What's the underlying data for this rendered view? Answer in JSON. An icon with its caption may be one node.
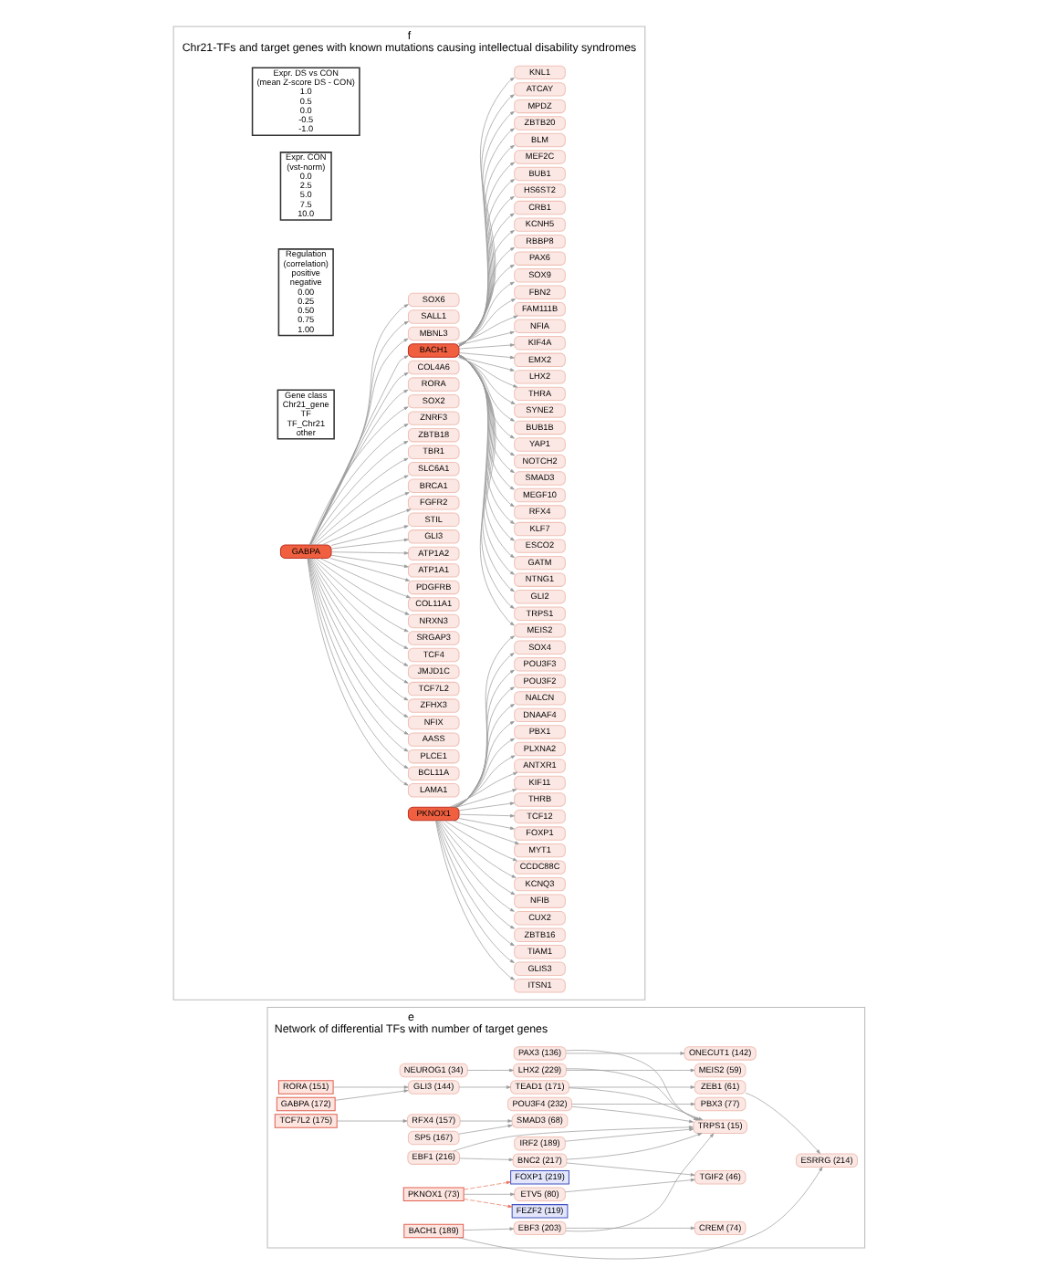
{
  "diagram": {
    "nodes": [
      {
        "text": [
          "e",
          "Network of differential TFs with number of target genes"
        ]
      },
      {
        "text": [
          "ONECUT1 (142)"
        ],
        "in": 0
      },
      {
        "text": [
          "PAX3 (136)"
        ],
        "in": 0
      },
      {
        "text": [
          "NEUROG1 (34)"
        ],
        "in": 0
      },
      {
        "text": [
          "GABPA (172)"
        ],
        "in": 0
      },
      {
        "text": [
          "LHX2 (229)"
        ],
        "in": 0
      },
      {
        "text": [
          "RORA (151)"
        ],
        "in": 0
      },
      {
        "text": [
          "MEIS2 (59)"
        ],
        "in": 0
      },
      {
        "text": [
          "POU3F4 (232)"
        ],
        "in": 0
      },
      {
        "text": [
          "SP5 (167)"
        ],
        "in": 0
      },
      {
        "text": [
          "PBX3 (77)"
        ],
        "in": 0
      },
      {
        "text": [
          "GLI3 (144)"
        ],
        "in": 0
      },
      {
        "text": [
          "TEAD1 (171)"
        ],
        "in": 0
      },
      {
        "text": [
          "TCF7L2 (175)"
        ],
        "in": 0
      },
      {
        "text": [
          "ZEB1 (61)"
        ],
        "in": 0
      },
      {
        "text": [
          "RFX4 (157)"
        ],
        "in": 0
      },
      {
        "text": [
          "SMAD3 (68)"
        ],
        "in": 0
      },
      {
        "text": [
          "FOXP1 (219)"
        ],
        "in": 0
      },
      {
        "text": [
          "FEZF2 (119)"
        ],
        "in": 0
      },
      {
        "text": [
          "ESRRG (214)"
        ],
        "in": 0
      },
      {
        "text": [
          "BACH1 (189)"
        ],
        "in": 0
      },
      {
        "text": [
          "PKNOX1 (73)"
        ],
        "in": 0
      },
      {
        "text": [
          "EBF3 (203)"
        ],
        "in": 0
      },
      {
        "text": [
          "CREM (74)"
        ],
        "in": 0
      },
      {
        "text": [
          "EBF1 (216)"
        ],
        "in": 0
      },
      {
        "text": [
          "ETV5 (80)"
        ],
        "in": 0
      },
      {
        "text": [
          "BNC2 (217)"
        ],
        "in": 0
      },
      {
        "text": [
          "TGIF2 (46)"
        ],
        "in": 0
      },
      {
        "text": [
          "IRF2 (189)"
        ],
        "in": 0
      },
      {
        "text": [
          "TRPS1 (15)"
        ],
        "in": 0
      },
      {
        "text": [
          "f",
          "Chr21-TFs and target genes with known mutations causing intellectual disability syndromes"
        ]
      },
      {
        "text": [
          "Expr. DS vs CON",
          "(mean Z-score DS - CON)",
          "1.0",
          "0.5",
          "0.0",
          "-0.5",
          "-1.0"
        ],
        "in": 30
      },
      {
        "text": [
          "Expr. CON",
          "(vst-norm)",
          "0.0",
          "2.5",
          "5.0",
          "7.5",
          "10.0"
        ],
        "in": 30
      },
      {
        "text": [
          "Regulation",
          "(correlation)",
          "positive",
          "negative",
          "0.00",
          "0.25",
          "0.50",
          "0.75",
          "1.00"
        ],
        "in": 30
      },
      {
        "text": [
          "Gene class",
          "Chr21_gene",
          "TF",
          "TF_Chr21",
          "other"
        ],
        "in": 30
      },
      {
        "text": [
          "MBNL3"
        ],
        "in": 30
      },
      {
        "text": [
          "SALL1"
        ],
        "in": 30
      },
      {
        "text": [
          "SOX6"
        ],
        "in": 30
      },
      {
        "text": [
          "LAMA1"
        ],
        "in": 30
      },
      {
        "text": [
          "BCL11A"
        ],
        "in": 30
      },
      {
        "text": [
          "PLCE1"
        ],
        "in": 30
      },
      {
        "text": [
          "AASS"
        ],
        "in": 30
      },
      {
        "text": [
          "NFIX"
        ],
        "in": 30
      },
      {
        "text": [
          "ZFHX3"
        ],
        "in": 30
      },
      {
        "text": [
          "TCF7L2"
        ],
        "in": 30
      },
      {
        "text": [
          "JMJD1C"
        ],
        "in": 30
      },
      {
        "text": [
          "TCF4"
        ],
        "in": 30
      },
      {
        "text": [
          "SRGAP3"
        ],
        "in": 30
      },
      {
        "text": [
          "NRXN3"
        ],
        "in": 30
      },
      {
        "text": [
          "COL11A1"
        ],
        "in": 30
      },
      {
        "text": [
          "PDGFRB"
        ],
        "in": 30
      },
      {
        "text": [
          "ATP1A1"
        ],
        "in": 30
      },
      {
        "text": [
          "ATP1A2"
        ],
        "in": 30
      },
      {
        "text": [
          "GLI3"
        ],
        "in": 30
      },
      {
        "text": [
          "GABPA"
        ],
        "in": 30
      },
      {
        "text": [
          "STIL"
        ],
        "in": 30
      },
      {
        "text": [
          "FGFR2"
        ],
        "in": 30
      },
      {
        "text": [
          "BRCA1"
        ],
        "in": 30
      },
      {
        "text": [
          "SLC6A1"
        ],
        "in": 30
      },
      {
        "text": [
          "TBR1"
        ],
        "in": 30
      },
      {
        "text": [
          "ZBTB18"
        ],
        "in": 30
      },
      {
        "text": [
          "ZNRF3"
        ],
        "in": 30
      },
      {
        "text": [
          "SOX2"
        ],
        "in": 30
      },
      {
        "text": [
          "RORA"
        ],
        "in": 30
      },
      {
        "text": [
          "COL4A6"
        ],
        "in": 30
      },
      {
        "text": [
          "TRPS1"
        ],
        "in": 30
      },
      {
        "text": [
          "GLI2"
        ],
        "in": 30
      },
      {
        "text": [
          "NTNG1"
        ],
        "in": 30
      },
      {
        "text": [
          "GATM"
        ],
        "in": 30
      },
      {
        "text": [
          "ESCO2"
        ],
        "in": 30
      },
      {
        "text": [
          "KLF7"
        ],
        "in": 30
      },
      {
        "text": [
          "RFX4"
        ],
        "in": 30
      },
      {
        "text": [
          "MEGF10"
        ],
        "in": 30
      },
      {
        "text": [
          "SMAD3"
        ],
        "in": 30
      },
      {
        "text": [
          "BACH1"
        ],
        "in": 30
      },
      {
        "text": [
          "NOTCH2"
        ],
        "in": 30
      },
      {
        "text": [
          "YAP1"
        ],
        "in": 30
      },
      {
        "text": [
          "BUB1B"
        ],
        "in": 30
      },
      {
        "text": [
          "SYNE2"
        ],
        "in": 30
      },
      {
        "text": [
          "THRA"
        ],
        "in": 30
      },
      {
        "text": [
          "LHX2"
        ],
        "in": 30
      },
      {
        "text": [
          "EMX2"
        ],
        "in": 30
      },
      {
        "text": [
          "KIF4A"
        ],
        "in": 30
      },
      {
        "text": [
          "NFIA"
        ],
        "in": 30
      },
      {
        "text": [
          "FAM111B"
        ],
        "in": 30
      },
      {
        "text": [
          "FBN2"
        ],
        "in": 30
      },
      {
        "text": [
          "SOX9"
        ],
        "in": 30
      },
      {
        "text": [
          "PAX6"
        ],
        "in": 30
      },
      {
        "text": [
          "RBBP8"
        ],
        "in": 30
      },
      {
        "text": [
          "KCNH5"
        ],
        "in": 30
      },
      {
        "text": [
          "CRB1"
        ],
        "in": 30
      },
      {
        "text": [
          "HS6ST2"
        ],
        "in": 30
      },
      {
        "text": [
          "BUB1"
        ],
        "in": 30
      },
      {
        "text": [
          "MEF2C"
        ],
        "in": 30
      },
      {
        "text": [
          "BLM"
        ],
        "in": 30
      },
      {
        "text": [
          "ZBTB20"
        ],
        "in": 30
      },
      {
        "text": [
          "MPDZ"
        ],
        "in": 30
      },
      {
        "text": [
          "ATCAY"
        ],
        "in": 30
      },
      {
        "text": [
          "KNL1"
        ],
        "in": 30
      },
      {
        "text": [
          "MEIS2"
        ],
        "in": 30
      },
      {
        "text": [
          "CUX2"
        ],
        "in": 30
      },
      {
        "text": [
          "NFIB"
        ],
        "in": 30
      },
      {
        "text": [
          "KCNQ3"
        ],
        "in": 30
      },
      {
        "text": [
          "CCDC88C"
        ],
        "in": 30
      },
      {
        "text": [
          "MYT1"
        ],
        "in": 30
      },
      {
        "text": [
          "FOXP1"
        ],
        "in": 30
      },
      {
        "text": [
          "PKNOX1"
        ],
        "in": 30
      },
      {
        "text": [
          "TCF12"
        ],
        "in": 30
      },
      {
        "text": [
          "THRB"
        ],
        "in": 30
      },
      {
        "text": [
          "KIF11"
        ],
        "in": 30
      },
      {
        "text": [
          "ANTXR1"
        ],
        "in": 30
      },
      {
        "text": [
          "PLXNA2"
        ],
        "in": 30
      },
      {
        "text": [
          "PBX1"
        ],
        "in": 30
      },
      {
        "text": [
          "DNAAF4"
        ],
        "in": 30
      },
      {
        "text": [
          "NALCN"
        ],
        "in": 30
      },
      {
        "text": [
          "POU3F2"
        ],
        "in": 30
      },
      {
        "text": [
          "POU3F3"
        ],
        "in": 30
      },
      {
        "text": [
          "SOX4"
        ],
        "in": 30
      },
      {
        "text": [
          "ITSN1"
        ],
        "in": 30
      },
      {
        "text": [
          "GLIS3"
        ],
        "in": 30
      },
      {
        "text": [
          "TIAM1"
        ],
        "in": 30
      },
      {
        "text": [
          "ZBTB16"
        ],
        "in": 30
      }
    ],
    "edges": [
      {
        "from": 2,
        "to": 1,
        "arrow": "to"
      },
      {
        "from": 3,
        "to": 5,
        "arrow": "to"
      },
      {
        "from": 4,
        "to": 11,
        "arrow": "to"
      },
      {
        "from": 5,
        "to": 7,
        "arrow": "to"
      },
      {
        "from": 6,
        "to": 11,
        "arrow": "to"
      },
      {
        "from": 8,
        "to": 10,
        "arrow": "to"
      },
      {
        "from": 9,
        "to": 16,
        "arrow": "to"
      },
      {
        "from": 11,
        "to": 12,
        "arrow": "to"
      },
      {
        "from": 13,
        "to": 15,
        "arrow": "to"
      },
      {
        "from": 12,
        "to": 14,
        "arrow": "to"
      },
      {
        "from": 15,
        "to": 16,
        "arrow": "to"
      },
      {
        "from": 14,
        "to": 19,
        "arrow": "to"
      },
      {
        "from": 21,
        "to": 17,
        "arrow": "to",
        "style": "dashed",
        "color": "#e8735a"
      },
      {
        "from": 21,
        "to": 18,
        "arrow": "to",
        "style": "dashed",
        "color": "#e8735a"
      },
      {
        "from": 20,
        "to": 19,
        "arrow": "to"
      },
      {
        "from": 20,
        "to": 22,
        "arrow": "to"
      },
      {
        "from": 21,
        "to": 25,
        "arrow": "to"
      },
      {
        "from": 22,
        "to": 23,
        "arrow": "to"
      },
      {
        "from": 24,
        "to": 26,
        "arrow": "to"
      },
      {
        "from": 25,
        "to": 27,
        "arrow": "to"
      },
      {
        "from": 26,
        "to": 27,
        "arrow": "to"
      },
      {
        "from": 2,
        "to": 29,
        "arrow": "to"
      },
      {
        "from": 5,
        "to": 29,
        "arrow": "to"
      },
      {
        "from": 8,
        "to": 29,
        "arrow": "to"
      },
      {
        "from": 12,
        "to": 29,
        "arrow": "to"
      },
      {
        "from": 22,
        "to": 29,
        "arrow": "to"
      },
      {
        "from": 24,
        "to": 29,
        "arrow": "to"
      },
      {
        "from": 26,
        "to": 29,
        "arrow": "to"
      },
      {
        "from": 28,
        "to": 29,
        "arrow": "to"
      },
      {
        "from": 54,
        "to": 35,
        "arrow": "to"
      },
      {
        "from": 54,
        "to": 36,
        "arrow": "to"
      },
      {
        "from": 54,
        "to": 37,
        "arrow": "to"
      },
      {
        "from": 54,
        "to": 38,
        "arrow": "to"
      },
      {
        "from": 54,
        "to": 39,
        "arrow": "to"
      },
      {
        "from": 54,
        "to": 40,
        "arrow": "to"
      },
      {
        "from": 54,
        "to": 41,
        "arrow": "to"
      },
      {
        "from": 54,
        "to": 42,
        "arrow": "to"
      },
      {
        "from": 54,
        "to": 43,
        "arrow": "to"
      },
      {
        "from": 54,
        "to": 44,
        "arrow": "to"
      },
      {
        "from": 54,
        "to": 45,
        "arrow": "to"
      },
      {
        "from": 54,
        "to": 46,
        "arrow": "to"
      },
      {
        "from": 54,
        "to": 47,
        "arrow": "to"
      },
      {
        "from": 54,
        "to": 48,
        "arrow": "to"
      },
      {
        "from": 54,
        "to": 49,
        "arrow": "to"
      },
      {
        "from": 54,
        "to": 50,
        "arrow": "to"
      },
      {
        "from": 54,
        "to": 51,
        "arrow": "to"
      },
      {
        "from": 54,
        "to": 52,
        "arrow": "to"
      },
      {
        "from": 54,
        "to": 53,
        "arrow": "to"
      },
      {
        "from": 54,
        "to": 55,
        "arrow": "to"
      },
      {
        "from": 54,
        "to": 56,
        "arrow": "to"
      },
      {
        "from": 54,
        "to": 57,
        "arrow": "to"
      },
      {
        "from": 54,
        "to": 58,
        "arrow": "to"
      },
      {
        "from": 54,
        "to": 59,
        "arrow": "to"
      },
      {
        "from": 54,
        "to": 60,
        "arrow": "to"
      },
      {
        "from": 54,
        "to": 61,
        "arrow": "to"
      },
      {
        "from": 54,
        "to": 62,
        "arrow": "to"
      },
      {
        "from": 54,
        "to": 63,
        "arrow": "to"
      },
      {
        "from": 54,
        "to": 64,
        "arrow": "to"
      },
      {
        "from": 54,
        "to": 74,
        "arrow": "to"
      },
      {
        "from": 74,
        "to": 65,
        "arrow": "to"
      },
      {
        "from": 74,
        "to": 66,
        "arrow": "to"
      },
      {
        "from": 74,
        "to": 67,
        "arrow": "to"
      },
      {
        "from": 74,
        "to": 68,
        "arrow": "to"
      },
      {
        "from": 74,
        "to": 69,
        "arrow": "to"
      },
      {
        "from": 74,
        "to": 70,
        "arrow": "to"
      },
      {
        "from": 74,
        "to": 71,
        "arrow": "to"
      },
      {
        "from": 74,
        "to": 72,
        "arrow": "to"
      },
      {
        "from": 74,
        "to": 73,
        "arrow": "to"
      },
      {
        "from": 74,
        "to": 75,
        "arrow": "to"
      },
      {
        "from": 74,
        "to": 76,
        "arrow": "to"
      },
      {
        "from": 74,
        "to": 77,
        "arrow": "to"
      },
      {
        "from": 74,
        "to": 78,
        "arrow": "to"
      },
      {
        "from": 74,
        "to": 79,
        "arrow": "to"
      },
      {
        "from": 74,
        "to": 80,
        "arrow": "to"
      },
      {
        "from": 74,
        "to": 81,
        "arrow": "to"
      },
      {
        "from": 74,
        "to": 82,
        "arrow": "to"
      },
      {
        "from": 74,
        "to": 83,
        "arrow": "to"
      },
      {
        "from": 74,
        "to": 84,
        "arrow": "to"
      },
      {
        "from": 74,
        "to": 85,
        "arrow": "to"
      },
      {
        "from": 74,
        "to": 86,
        "arrow": "to"
      },
      {
        "from": 74,
        "to": 87,
        "arrow": "to"
      },
      {
        "from": 74,
        "to": 88,
        "arrow": "to"
      },
      {
        "from": 74,
        "to": 89,
        "arrow": "to"
      },
      {
        "from": 74,
        "to": 90,
        "arrow": "to"
      },
      {
        "from": 74,
        "to": 91,
        "arrow": "to"
      },
      {
        "from": 74,
        "to": 92,
        "arrow": "to"
      },
      {
        "from": 74,
        "to": 93,
        "arrow": "to"
      },
      {
        "from": 74,
        "to": 94,
        "arrow": "to"
      },
      {
        "from": 74,
        "to": 95,
        "arrow": "to"
      },
      {
        "from": 74,
        "to": 96,
        "arrow": "to"
      },
      {
        "from": 74,
        "to": 97,
        "arrow": "to"
      },
      {
        "from": 74,
        "to": 98,
        "arrow": "to"
      },
      {
        "from": 74,
        "to": 99,
        "arrow": "to"
      },
      {
        "from": 106,
        "to": 99,
        "arrow": "to"
      },
      {
        "from": 106,
        "to": 100,
        "arrow": "to"
      },
      {
        "from": 106,
        "to": 101,
        "arrow": "to"
      },
      {
        "from": 106,
        "to": 102,
        "arrow": "to"
      },
      {
        "from": 106,
        "to": 103,
        "arrow": "to"
      },
      {
        "from": 106,
        "to": 104,
        "arrow": "to"
      },
      {
        "from": 106,
        "to": 105,
        "arrow": "to"
      },
      {
        "from": 106,
        "to": 107,
        "arrow": "to"
      },
      {
        "from": 106,
        "to": 108,
        "arrow": "to"
      },
      {
        "from": 106,
        "to": 109,
        "arrow": "to"
      },
      {
        "from": 106,
        "to": 110,
        "arrow": "to"
      },
      {
        "from": 106,
        "to": 111,
        "arrow": "to"
      },
      {
        "from": 106,
        "to": 112,
        "arrow": "to"
      },
      {
        "from": 106,
        "to": 113,
        "arrow": "to"
      },
      {
        "from": 106,
        "to": 114,
        "arrow": "to"
      },
      {
        "from": 106,
        "to": 115,
        "arrow": "to"
      },
      {
        "from": 106,
        "to": 116,
        "arrow": "to"
      },
      {
        "from": 106,
        "to": 117,
        "arrow": "to"
      },
      {
        "from": 106,
        "to": 118,
        "arrow": "to"
      },
      {
        "from": 106,
        "to": 119,
        "arrow": "to"
      },
      {
        "from": 106,
        "to": 120,
        "arrow": "to"
      },
      {
        "from": 106,
        "to": 121,
        "arrow": "to"
      }
    ]
  }
}
